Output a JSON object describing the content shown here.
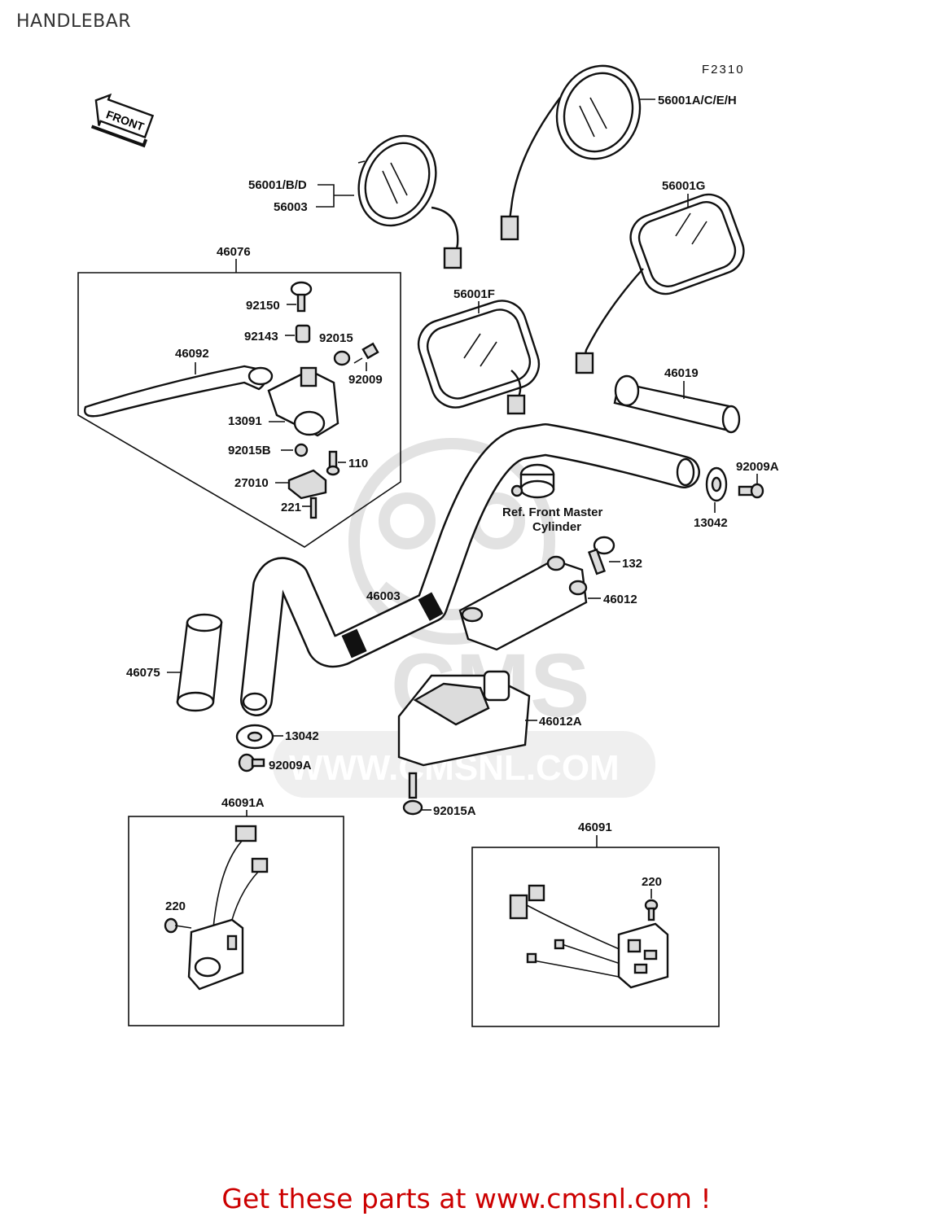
{
  "page": {
    "title": "HANDLEBAR",
    "figure_code": "F2310",
    "front_badge": "FRONT",
    "footer": "Get these parts at www.cmsnl.com !"
  },
  "watermark": {
    "text": "WWW.CMSNL.COM",
    "logo": "CMS"
  },
  "labels": {
    "p56001ACEH": "56001A/C/E/H",
    "p56001BD": "56001/B/D",
    "p56003": "56003",
    "p56001G": "56001G",
    "p46076": "46076",
    "p92150": "92150",
    "p92143": "92143",
    "p92015": "92015",
    "p46092": "46092",
    "p92009": "92009",
    "p56001F": "56001F",
    "p46019": "46019",
    "p13091": "13091",
    "p92015B": "92015B",
    "p110": "110",
    "p27010": "27010",
    "p221": "221",
    "p92009A_r": "92009A",
    "p13042_r": "13042",
    "ref_line1": "Ref. Front Master",
    "ref_line2": "Cylinder",
    "p132": "132",
    "p46003": "46003",
    "p46012": "46012",
    "p46075": "46075",
    "p46012A": "46012A",
    "p13042_l": "13042",
    "p92009A_l": "92009A",
    "p92015A": "92015A",
    "p46091A": "46091A",
    "p46091": "46091",
    "p220_l": "220",
    "p220_r": "220"
  },
  "icons": [
    "front-arrow-icon",
    "mirror-icon",
    "lever-icon",
    "grip-icon",
    "switch-housing-icon"
  ],
  "colors": {
    "footer": "#cc0000",
    "watermark": "#e2e2e2",
    "line": "#111111"
  }
}
